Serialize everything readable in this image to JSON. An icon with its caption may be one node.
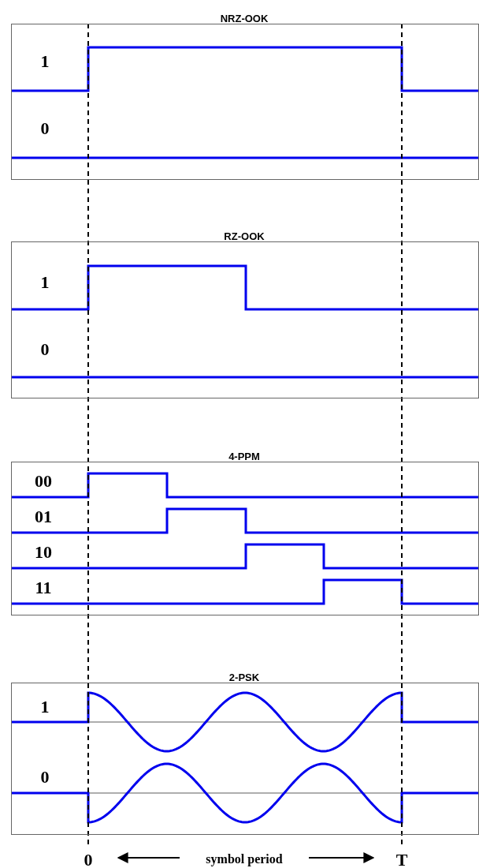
{
  "diagram": {
    "nodes": [
      {
        "text": [
          "NRZ-OOK",
          "1",
          "0"
        ]
      },
      {
        "text": [
          "RZ-OOK",
          "1",
          "0"
        ]
      },
      {
        "text": [
          "4-PPM",
          "00",
          "01",
          "10",
          "11"
        ]
      },
      {
        "text": [
          "2-PSK",
          "1",
          "0"
        ]
      }
    ],
    "labels": [
      "0",
      "symbol period",
      "T"
    ]
  }
}
